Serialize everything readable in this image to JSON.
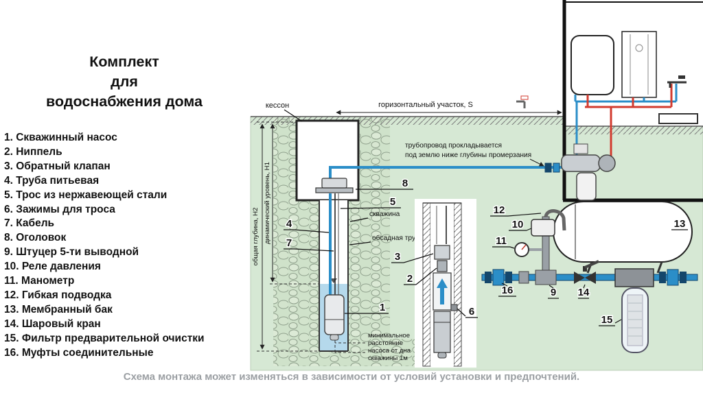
{
  "colors": {
    "pipe_blue": "#2b8ec8",
    "pipe_blue_dark": "#14466b",
    "pipe_red": "#d23b2f",
    "ground_green": "#d6e8d4",
    "stone_fill": "#cfe2ca",
    "stone_stroke": "#8fa08c",
    "water_blue": "#b5d9ec",
    "metal_gray": "#9aa0a6",
    "caption_gray": "#9b9fa3",
    "ink": "#111111"
  },
  "title": {
    "text": "Комплект\nдля\nводоснабжения дома"
  },
  "legend": {
    "items": [
      "1. Скважинный насос",
      "2. Ниппель",
      "3. Обратный клапан",
      "4. Труба питьевая",
      "5. Трос из нержавеющей стали",
      "6. Зажимы для троса",
      "7. Кабель",
      "8. Оголовок",
      "9. Штуцер 5-ти выводной",
      "10. Реле давления",
      "11. Манометр",
      "12. Гибкая подводка",
      "13. Мембранный бак",
      "14. Шаровый кран",
      "15. Фильтр предварительной очистки",
      "16. Муфты соединительные"
    ]
  },
  "caption": "Схема монтажа может изменяться в зависимости от условий установки и предпочтений.",
  "diagram": {
    "labels": {
      "kesson": "кессон",
      "horizontal_run": "горизонтальный участок, S",
      "pipeline_note_line1": "трубопровод прокладывается",
      "pipeline_note_line2": "под землю ниже глубины промерзания",
      "total_depth": "общая глубина, Н2",
      "dynamic_level": "динамический уровень, Н1",
      "well": "скважина",
      "casing_pipe": "обсадная труба",
      "min_distance_line1": "минимальное",
      "min_distance_line2": "расстояние",
      "min_distance_line3": "насоса от дна",
      "min_distance_line4": "скважины 1м"
    },
    "callouts": {
      "c1": "1",
      "c2": "2",
      "c3": "3",
      "c4": "4",
      "c5": "5",
      "c6": "6",
      "c7": "7",
      "c8": "8",
      "c9": "9",
      "c10": "10",
      "c11": "11",
      "c12": "12",
      "c13": "13",
      "c14": "14",
      "c15": "15",
      "c16": "16"
    }
  }
}
